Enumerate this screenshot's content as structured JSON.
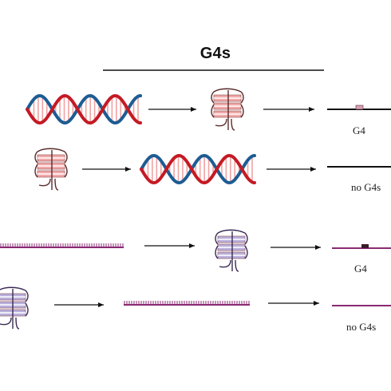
{
  "header": {
    "title": "G4s"
  },
  "rows": [
    {
      "result_label": "G4"
    },
    {
      "result_label": "no G4s"
    },
    {
      "result_label": "G4"
    },
    {
      "result_label": "no G4s"
    }
  ],
  "colors": {
    "dna_red": "#c41a24",
    "dna_blue": "#1d5c93",
    "rung_pink": "#f0a3a3",
    "quad_pink": "#f1a9a9",
    "quad_lavender": "#b9b0dd",
    "rna_purple": "#8a2a73",
    "mark_dark": "#3a1a2a"
  }
}
